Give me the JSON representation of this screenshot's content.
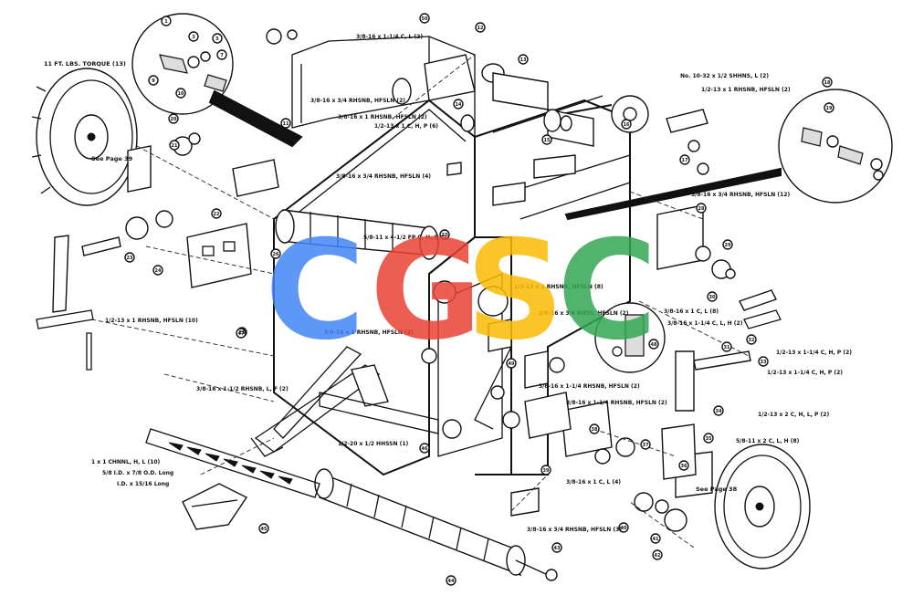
{
  "watermark": {
    "letters": [
      "C",
      "G",
      "S",
      "C"
    ],
    "colors": [
      "#4285F4",
      "#EA4335",
      "#FBBC05",
      "#34A853"
    ]
  },
  "labels": {
    "tire_left": "11 FT. LBS. TORQUE (13)",
    "see_page_left": "See Page 39",
    "see_page_right": "See Page 38",
    "bolt_top1": "3/8-16 x 1-1/4 C, L (2)",
    "bolt_top2": "3/8-16 x 3/4 RHSNB, HFSLN (2)",
    "bolt_top3": "3/8-16 x 1 RHSNB, HFSLN (2)",
    "bolt_top4": "1/2-13 x 1 C, H, P (6)",
    "bolt_right1": "No. 10-32 x 1/2 SHHNS, L (2)",
    "bolt_right2": "1/2-13 x 1 RHSNB, HFSLN (2)",
    "bolt_mid1": "3/8-16 x 3/4 RHSNB, HFSLN (4)",
    "bolt_mid2": "3/8-16 x 3/4 RHSNB, HFSLN (12)",
    "bolt_mid3": "5/8-11 x 4-1/2 FP C, H, N (2)",
    "bolt_mid4": "1/2-13 x 1 RHSNB, HFSLN (8)",
    "bolt_mid5": "3/8-16 x 3/4 RHSS, HFSLN (2)",
    "bolt_left1": "1/2-13 x 1 RHSNB, HFSLN (10)",
    "bolt_left2": "3/8-16 x 1 RHSNB, HFSLN (2)",
    "bolt_left3": "3/8-16 x 1-1/2 RHSNB, L, F (2)",
    "bolt_r1": "3/8-16 x 1 C, L (8)",
    "bolt_r2": "3/8-16 x 1-1/4 C, L, H (2)",
    "bolt_r3": "1/2-13 x 1-1/4 C, H, P (2)",
    "bolt_r4": "1/2-13 x 1-1/4 C, H, P (2)",
    "bolt_r5": "1/2-13 x 2 C, H, L, P (2)",
    "bolt_r6": "5/8-11 x 2 C, L, H (8)",
    "bolt_r7": "3/8-16 x 1-1/4 RHSNB, HFSLN (2)",
    "bolt_bot1": "1/2-20 x 1/2 HHSSN (1)",
    "bolt_bot2": "3/8-16 x 1 C, L (4)",
    "bolt_bot3": "3/8-16 x 3/4 RHSNB, HFSLN (3)",
    "bolt_bot4": "3/8-16 x 1-1/4 RHSNB, HFSLN (2)",
    "note1": "1 x 1 CHNNL, H, L (10)",
    "note2": "5/8 I.D. x 7/8 O.D. Long",
    "note3": "I.D. x 15/16 Long"
  },
  "callouts": [
    "1",
    "3",
    "5",
    "7",
    "9",
    "10",
    "11",
    "12",
    "13",
    "14",
    "15",
    "16",
    "17",
    "18",
    "19",
    "20",
    "21",
    "22",
    "23",
    "24",
    "25",
    "26",
    "27",
    "28",
    "29",
    "30",
    "31",
    "32",
    "33",
    "34",
    "35",
    "36",
    "37",
    "38",
    "39",
    "40",
    "41",
    "42",
    "43",
    "44",
    "45",
    "46",
    "47",
    "48",
    "49",
    "50"
  ]
}
